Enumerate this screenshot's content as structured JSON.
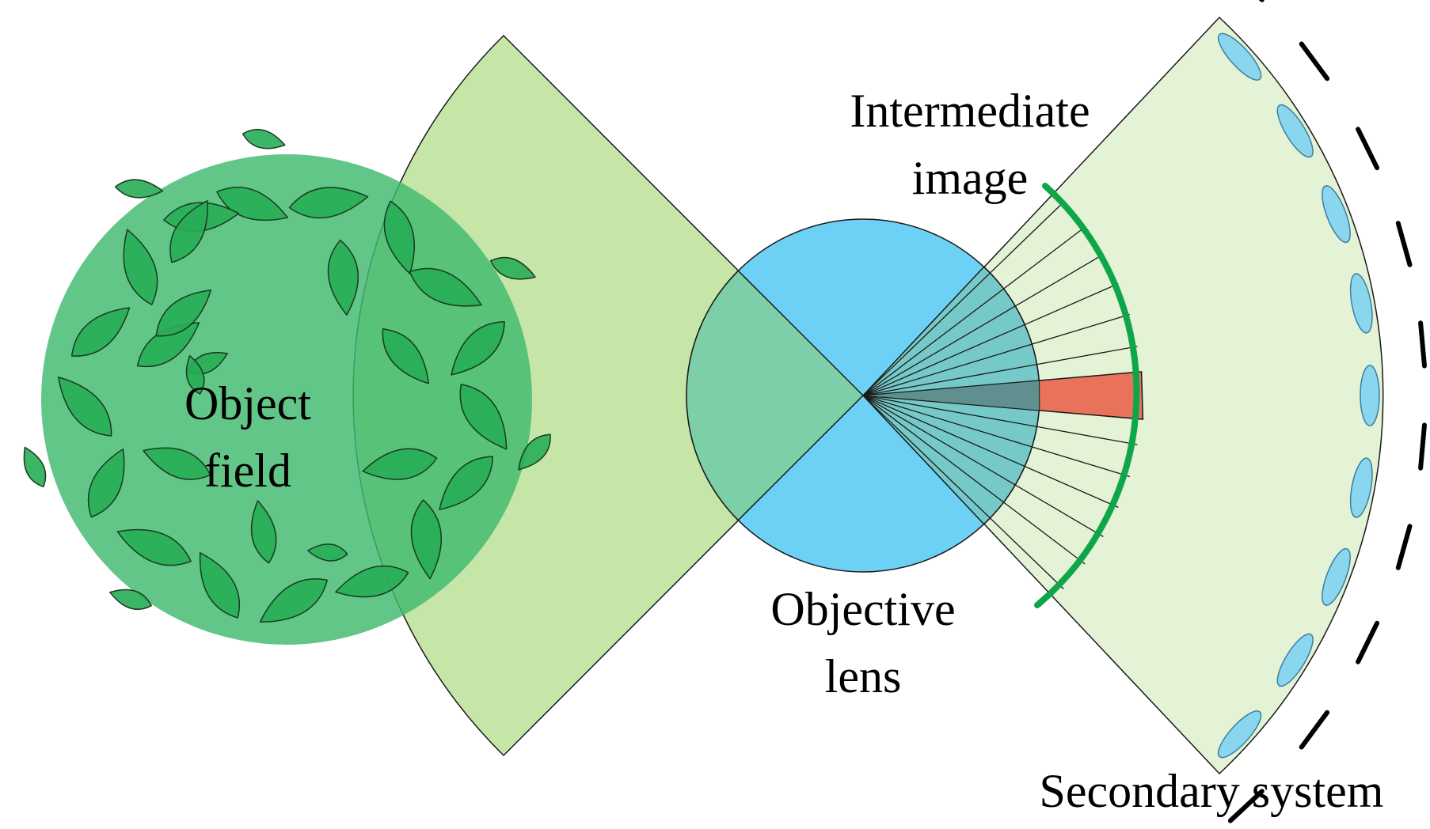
{
  "labels": {
    "object_field_line1": "Object",
    "object_field_line2": "field",
    "intermediate_line1": "Intermediate",
    "intermediate_line2": "image",
    "objective_line1": "Objective",
    "objective_line2": "lens",
    "secondary": "Secondary system"
  },
  "colors": {
    "object_field": "#3fba6f",
    "leaf": "#28ad55",
    "leaf_stroke": "#1a3a22",
    "cone": "#c6e6a8",
    "lens": "#6dd0f5",
    "lens_overlap": "#7dcfa8",
    "fan_right": "#e4f2d5",
    "fan_overlap": "#76c9c9",
    "highlight_wedge": "#e8735a",
    "intermediate_arc": "#0fa64a",
    "lenslet": "#8ad6ef",
    "lenslet_stroke": "#3a7fa0",
    "detector_dash": "#000000"
  },
  "counts": {
    "fan_rays": 14,
    "lenslets": 9,
    "detector_dashes": 10
  }
}
